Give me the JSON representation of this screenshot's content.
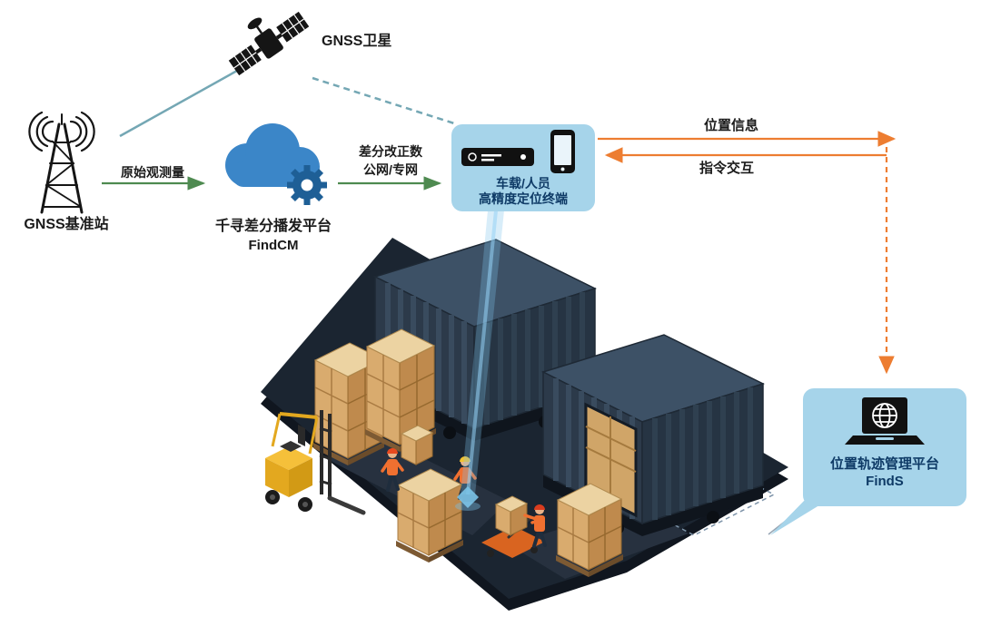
{
  "labels": {
    "satellite": "GNSS卫星",
    "base_station": "GNSS基准站",
    "flow_base_to_cloud": "原始观测量",
    "cloud_name": "千寻差分播发平台",
    "cloud_sub": "FindCM",
    "flow_corrections_1": "差分改正数",
    "flow_corrections_2": "公网/专网",
    "terminal_1": "车载/人员",
    "terminal_2": "高精度定位终端",
    "link_up": "位置信息",
    "link_down": "指令交互",
    "platform_name": "位置轨迹管理平台",
    "platform_sub": "FindS"
  },
  "icons": {
    "satellite": "satellite-icon",
    "base_station": "radio-tower-icon",
    "cloud": "cloud-gear-icon",
    "terminal_receiver": "receiver-icon",
    "terminal_phone": "smartphone-icon",
    "platform": "laptop-globe-icon"
  },
  "colors": {
    "accent_orange": "#ed7d31",
    "accent_green": "#4e8a50",
    "accent_teal": "#74a7b4",
    "cloud_blue": "#3b86c8",
    "bubble_bg": "#a6d4ea",
    "bubble_text": "#0e3a66",
    "floor_dark": "#1b2531",
    "container_navy": "#2c3a4a",
    "box_tan": "#d9ab6e"
  }
}
